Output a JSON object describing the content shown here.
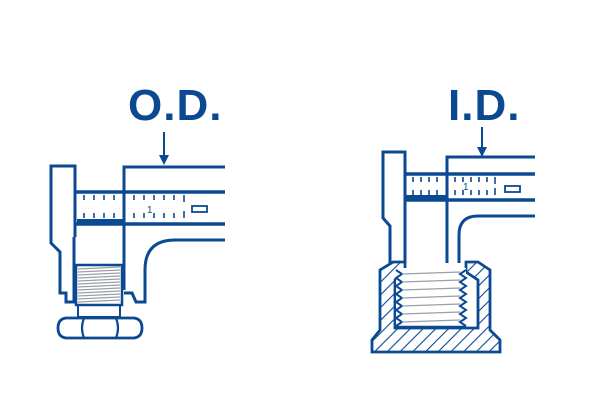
{
  "colors": {
    "stroke": "#0b4a93",
    "background": "#ffffff",
    "thread": "#9aa0a8"
  },
  "diagrams": [
    {
      "id": "outer-diameter",
      "label": "O.D.",
      "description": "Caliper outer jaws measuring external thread of fitting with hex nut",
      "scale_mark": "1"
    },
    {
      "id": "inner-diameter",
      "label": "I.D.",
      "description": "Caliper inner jaws measuring internal thread of fitting (cross-section hatched)",
      "scale_mark": "1"
    }
  ]
}
